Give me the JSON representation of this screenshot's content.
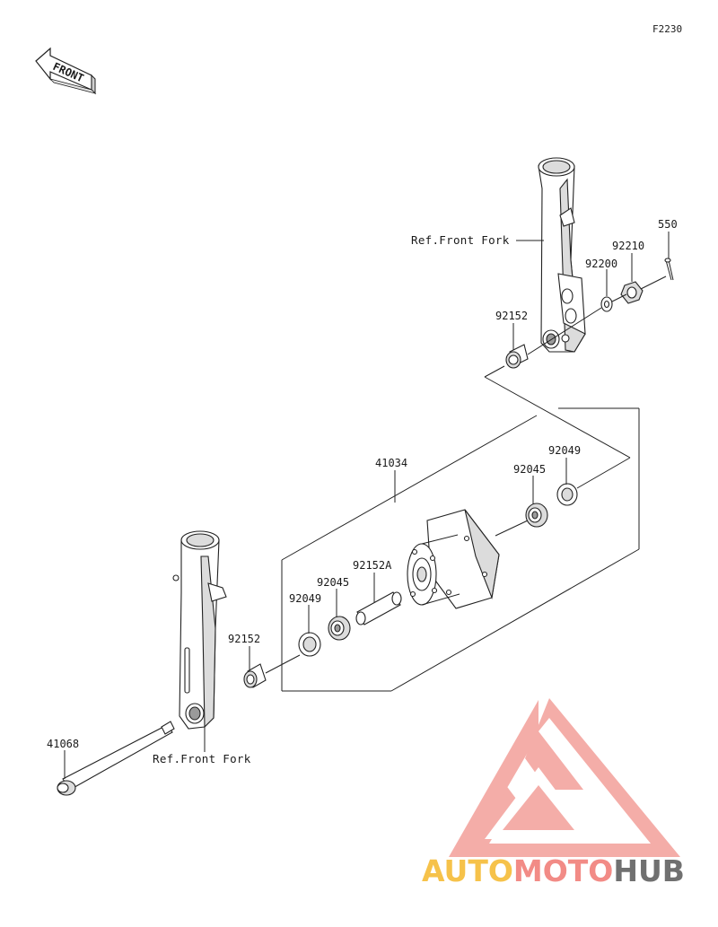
{
  "diagram_code": "F2230",
  "front_indicator": "FRONT",
  "fork_upper_label": "Ref.Front Fork",
  "fork_lower_label": "Ref.Front Fork",
  "parts": {
    "p550": "550",
    "p92210": "92210",
    "p92200": "92200",
    "p92152_upper": "92152",
    "p41034": "41034",
    "p92049_right": "92049",
    "p92045_right": "92045",
    "p92152A": "92152A",
    "p92045_left": "92045",
    "p92049_left": "92049",
    "p92152_lower": "92152",
    "p41068": "41068"
  },
  "watermark": {
    "part1": "AUTO",
    "part2": "MOTO",
    "part3": "HUB",
    "colors": {
      "auto": "#f6c24a",
      "moto": "#f28b86",
      "hub": "#707070",
      "logo": "#f4a9a4"
    }
  }
}
